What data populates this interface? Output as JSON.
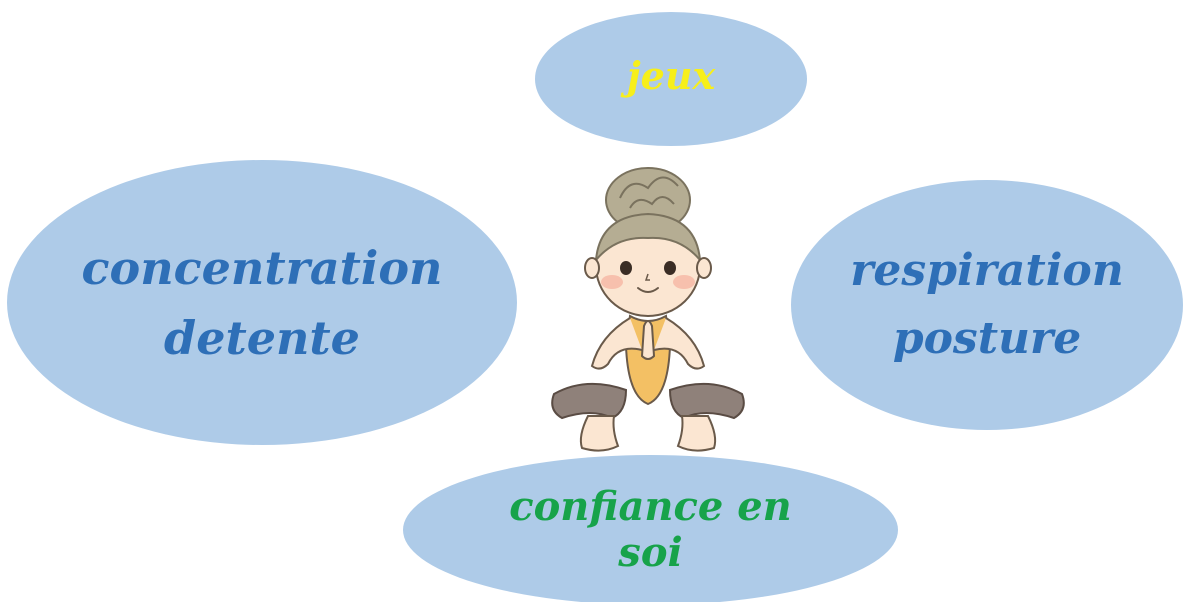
{
  "bubbles": {
    "top": {
      "line1": "jeux"
    },
    "left": {
      "line1": "concentration",
      "line2": "detente"
    },
    "right": {
      "line1": "respiration",
      "line2": "posture"
    },
    "bottom": {
      "line1": "confiance en",
      "line2": "soi"
    }
  },
  "colors": {
    "bubble_fill": "#aecbe8",
    "jeux_text": "#f7ef1a",
    "blue_text": "#2e6fb7",
    "green_text": "#17a34a",
    "hair": "#b5ad93",
    "skin": "#fbe6d2",
    "top_clothing": "#f3c064",
    "pants": "#8f817a"
  },
  "illustration": {
    "subject": "girl-yoga-squat-pose"
  }
}
